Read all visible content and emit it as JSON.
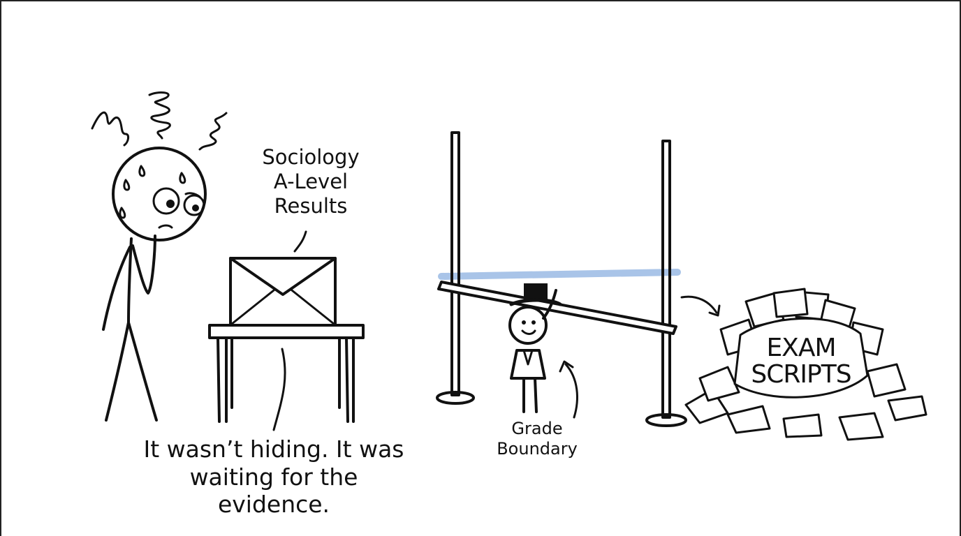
{
  "labels": {
    "envelope": "Sociology\nA-Level\nResults",
    "boundary": "Grade\nBoundary",
    "scripts": "EXAM\nSCRIPTS",
    "caption": "It wasn’t hiding. It was\nwaiting for the evidence."
  },
  "colors": {
    "ink": "#111111",
    "background": "#ffffff",
    "raised-bar-ghost": "#a9c4e8"
  }
}
